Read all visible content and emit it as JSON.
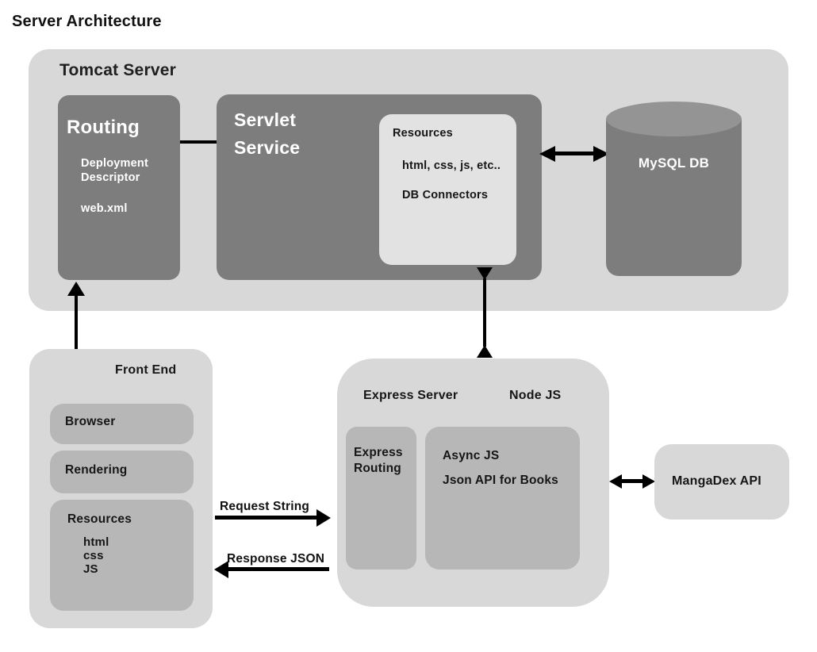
{
  "page": {
    "title": "Server Architecture"
  },
  "tomcat": {
    "label": "Tomcat Server",
    "routing": {
      "title": "Routing",
      "descriptor": "Deployment Descriptor",
      "config_file": "web.xml"
    },
    "servlet": {
      "title": "Servlet Service",
      "resources": {
        "title": "Resources",
        "item1": "html, css, js, etc..",
        "item2": "DB Connectors"
      }
    },
    "mysql": {
      "label": "MySQL DB"
    }
  },
  "frontend": {
    "label": "Front End",
    "browser": "Browser",
    "rendering": "Rendering",
    "resources": {
      "title": "Resources",
      "items": [
        "html",
        "css",
        "JS"
      ]
    }
  },
  "express": {
    "label": "Express Server",
    "runtime": "Node JS",
    "routing": "Express Routing",
    "async": {
      "line1": "Async JS",
      "line2": "Json API for Books"
    }
  },
  "mangadex": {
    "label": "MangaDex API"
  },
  "arrows": {
    "request_label": "Request String",
    "response_label": "Response JSON"
  },
  "colors": {
    "container_gray": "#d8d8d8",
    "dark_gray": "#7d7d7d",
    "medium_gray": "#b7b7b7",
    "light_inner": "#e2e2e2",
    "cylinder_top": "#949494",
    "arrow_black": "#000000",
    "text_dark": "#161616",
    "text_white": "#ffffff"
  }
}
